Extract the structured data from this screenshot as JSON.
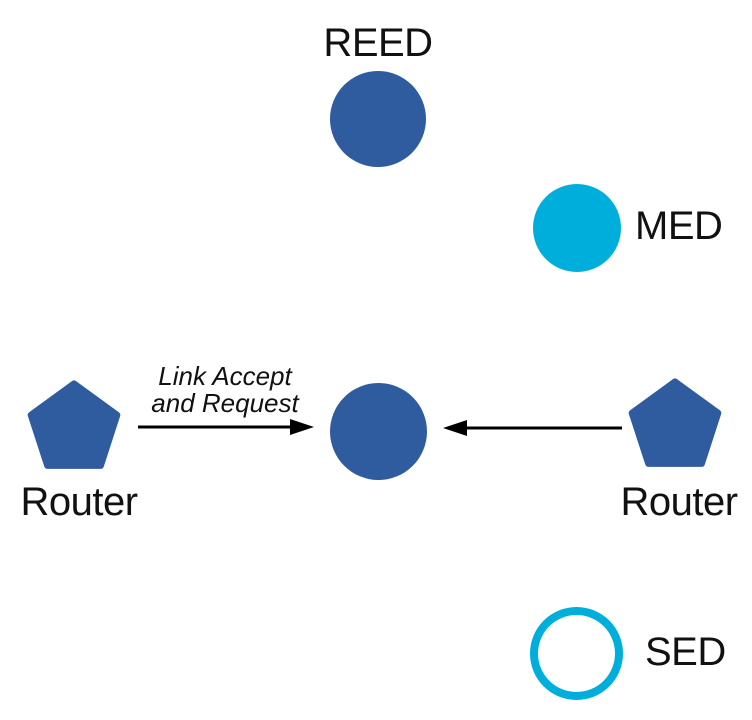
{
  "nodes": {
    "reed": {
      "label": "REED",
      "shape": "circle",
      "color": "#2F5B9F"
    },
    "med": {
      "label": "MED",
      "shape": "circle",
      "color": "#00AEDC"
    },
    "center": {
      "label": "",
      "shape": "circle",
      "color": "#2F5B9F"
    },
    "router_left": {
      "label": "Router",
      "shape": "pentagon",
      "color": "#2F5B9F"
    },
    "router_right": {
      "label": "Router",
      "shape": "pentagon",
      "color": "#2F5B9F"
    },
    "sed": {
      "label": "SED",
      "shape": "circle-outline",
      "color": "#00AEDC"
    }
  },
  "edges": [
    {
      "from": "router_left",
      "to": "center",
      "label_line1": "Link Accept",
      "label_line2": "and Request",
      "color": "#000000"
    },
    {
      "from": "router_right",
      "to": "center",
      "color": "#000000"
    }
  ]
}
